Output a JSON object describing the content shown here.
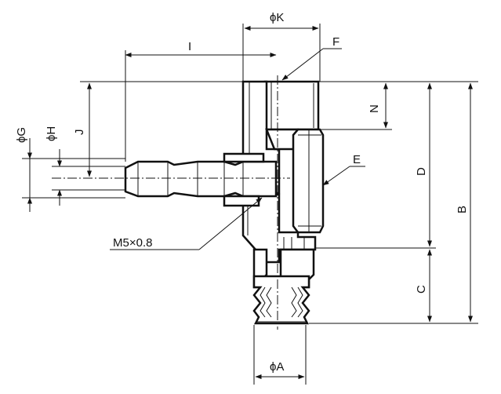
{
  "labels": {
    "phiK": "ϕK",
    "F": "F",
    "I": "I",
    "N": "N",
    "D": "D",
    "B": "B",
    "C": "C",
    "E": "E",
    "phiG": "ϕG",
    "phiH": "ϕH",
    "J": "J",
    "thread": "M5×0.8",
    "phiA": "ϕA"
  },
  "colors": {
    "line": "#111111",
    "background": "#ffffff"
  }
}
